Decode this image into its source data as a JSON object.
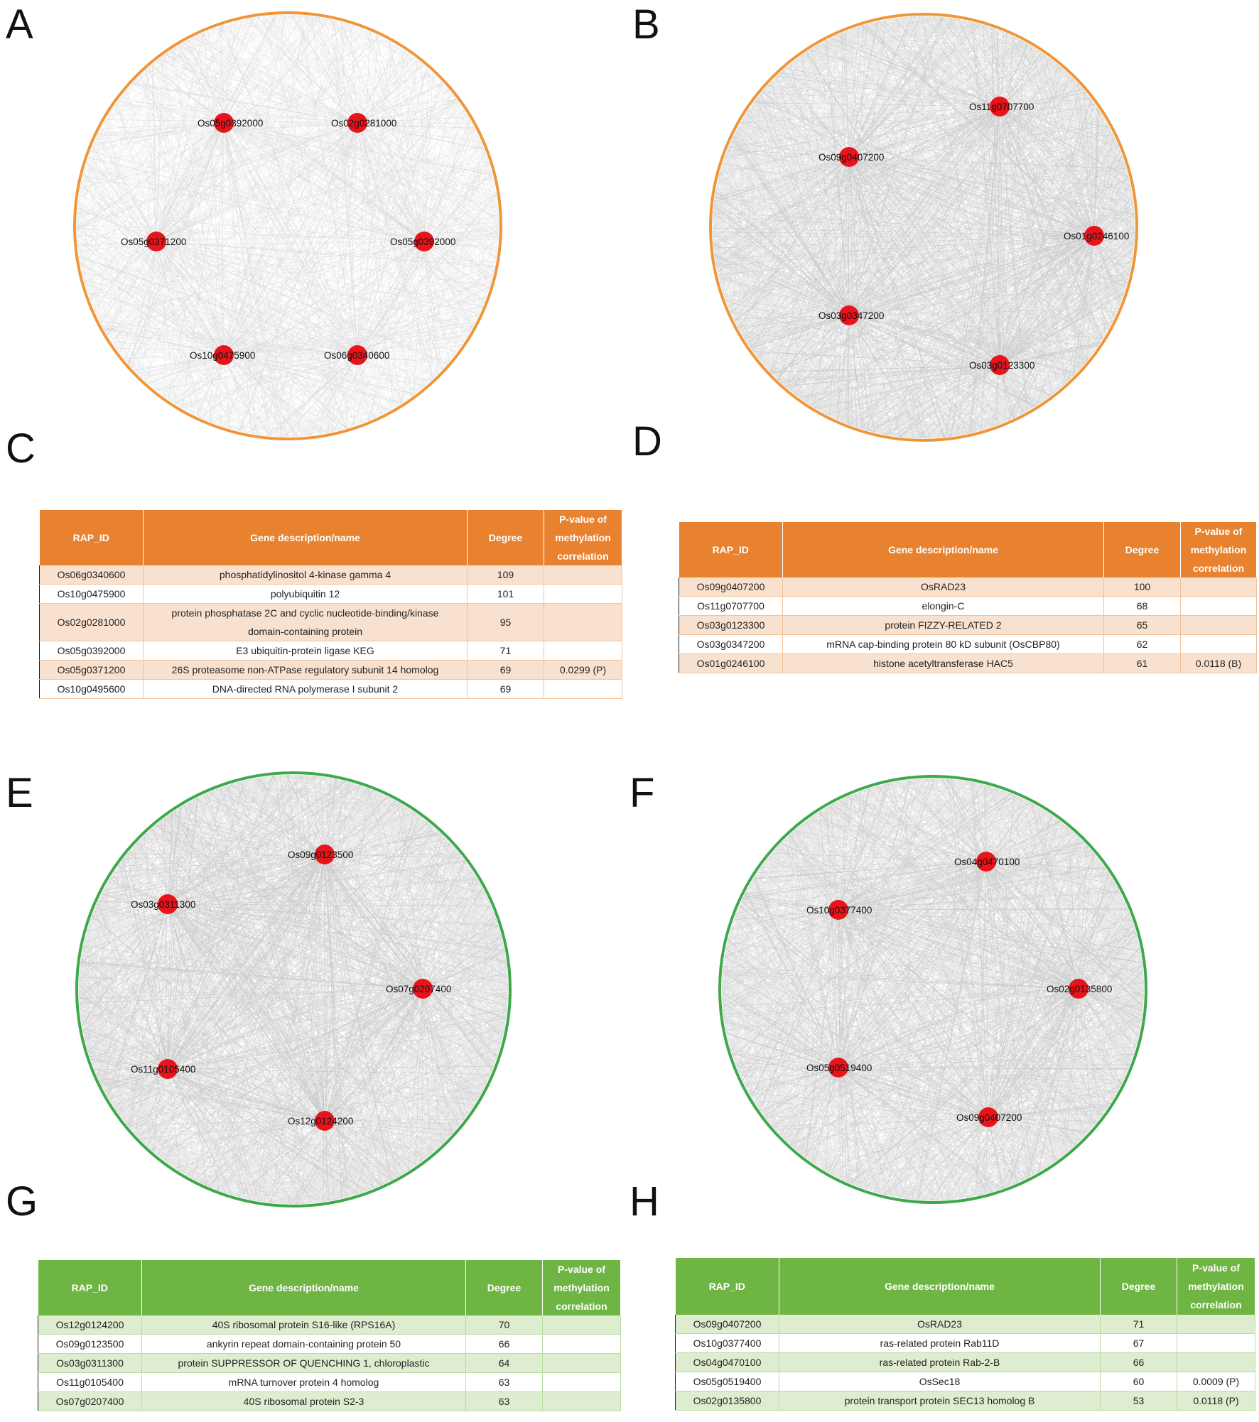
{
  "panels": {
    "A": {
      "letter": "A"
    },
    "B": {
      "letter": "B"
    },
    "C": {
      "letter": "C"
    },
    "D": {
      "letter": "D"
    },
    "E": {
      "letter": "E"
    },
    "F": {
      "letter": "F"
    },
    "G": {
      "letter": "G"
    },
    "H": {
      "letter": "H"
    }
  },
  "colors": {
    "orange_ring": "#f0963a",
    "green_ring": "#3ea84a",
    "edge": "#8a8a8a",
    "hub_node": "#e8131b",
    "orange_header": "#e8822f",
    "green_header": "#6fb544"
  },
  "networks": {
    "A": {
      "ring": "orange",
      "density": "light",
      "hubs": [
        {
          "id": "Os05g0392000"
        },
        {
          "id": "Os02g0281000"
        },
        {
          "id": "Os05g0371200"
        },
        {
          "id": "Os05g0392000"
        },
        {
          "id": "Os10g0475900"
        },
        {
          "id": "Os06g0340600"
        }
      ]
    },
    "B": {
      "ring": "orange",
      "density": "dense",
      "hubs": [
        {
          "id": "Os11g0707700"
        },
        {
          "id": "Os09g0407200"
        },
        {
          "id": "Os01g0246100"
        },
        {
          "id": "Os03g0347200"
        },
        {
          "id": "Os03g0123300"
        }
      ]
    },
    "E": {
      "ring": "green",
      "density": "dense",
      "hubs": [
        {
          "id": "Os09g0123500"
        },
        {
          "id": "Os03g0311300"
        },
        {
          "id": "Os07g0207400"
        },
        {
          "id": "Os11g0105400"
        },
        {
          "id": "Os12g0124200"
        }
      ]
    },
    "F": {
      "ring": "green",
      "density": "dense",
      "hubs": [
        {
          "id": "Os04g0470100"
        },
        {
          "id": "Os10g0377400"
        },
        {
          "id": "Os02g0135800"
        },
        {
          "id": "Os05g0519400"
        },
        {
          "id": "Os09g0407200"
        }
      ]
    }
  },
  "tables": {
    "C": {
      "headers": {
        "rap": "RAP_ID",
        "desc": "Gene description/name",
        "degree": "Degree",
        "p1": "P-value of",
        "p2": "methylation",
        "p3": "correlation"
      },
      "rows": [
        {
          "id": "Os06g0340600",
          "desc": "phosphatidylinositol 4-kinase gamma 4",
          "degree": "109",
          "p": ""
        },
        {
          "id": "Os10g0475900",
          "desc": "polyubiquitin 12",
          "degree": "101",
          "p": ""
        },
        {
          "id": "Os02g0281000",
          "desc": "protein phosphatase 2C and cyclic nucleotide-binding/kinase",
          "desc2": "domain-containing protein",
          "degree": "95",
          "p": ""
        },
        {
          "id": "Os05g0392000",
          "desc": "E3 ubiquitin-protein ligase KEG",
          "degree": "71",
          "p": ""
        },
        {
          "id": "Os05g0371200",
          "desc": "26S proteasome non-ATPase regulatory subunit 14 homolog",
          "degree": "69",
          "p": "0.0299 (P)"
        },
        {
          "id": "Os10g0495600",
          "desc": "DNA-directed RNA polymerase I subunit 2",
          "degree": "69",
          "p": ""
        }
      ]
    },
    "D": {
      "headers": {
        "rap": "RAP_ID",
        "desc": "Gene description/name",
        "degree": "Degree",
        "p1": "P-value of",
        "p2": "methylation",
        "p3": "correlation"
      },
      "rows": [
        {
          "id": "Os09g0407200",
          "desc": "OsRAD23",
          "degree": "100",
          "p": ""
        },
        {
          "id": "Os11g0707700",
          "desc": "elongin-C",
          "degree": "68",
          "p": ""
        },
        {
          "id": "Os03g0123300",
          "desc": "protein FIZZY-RELATED 2",
          "degree": "65",
          "p": ""
        },
        {
          "id": "Os03g0347200",
          "desc": "mRNA cap-binding protein 80 kD subunit (OsCBP80)",
          "degree": "62",
          "p": ""
        },
        {
          "id": "Os01g0246100",
          "desc": "histone acetyltransferase HAC5",
          "degree": "61",
          "p": "0.0118 (B)"
        }
      ]
    },
    "G": {
      "headers": {
        "rap": "RAP_ID",
        "desc": "Gene description/name",
        "degree": "Degree",
        "p1": "P-value of",
        "p2": "methylation",
        "p3": "correlation"
      },
      "rows": [
        {
          "id": "Os12g0124200",
          "desc": "40S ribosomal protein S16-like (RPS16A)",
          "degree": "70",
          "p": ""
        },
        {
          "id": "Os09g0123500",
          "desc": "ankyrin repeat domain-containing protein 50",
          "degree": "66",
          "p": ""
        },
        {
          "id": "Os03g0311300",
          "desc": "protein SUPPRESSOR OF QUENCHING 1, chloroplastic",
          "degree": "64",
          "p": ""
        },
        {
          "id": "Os11g0105400",
          "desc": "mRNA turnover protein 4 homolog",
          "degree": "63",
          "p": ""
        },
        {
          "id": "Os07g0207400",
          "desc": "40S ribosomal protein S2-3",
          "degree": "63",
          "p": ""
        }
      ]
    },
    "H": {
      "headers": {
        "rap": "RAP_ID",
        "desc": "Gene description/name",
        "degree": "Degree",
        "p1": "P-value of",
        "p2": "methylation",
        "p3": "correlation"
      },
      "rows": [
        {
          "id": "Os09g0407200",
          "desc": "OsRAD23",
          "degree": "71",
          "p": ""
        },
        {
          "id": "Os10g0377400",
          "desc": "ras-related protein Rab11D",
          "degree": "67",
          "p": ""
        },
        {
          "id": "Os04g0470100",
          "desc": "ras-related protein Rab-2-B",
          "degree": "66",
          "p": ""
        },
        {
          "id": "Os05g0519400",
          "desc": "OsSec18",
          "degree": "60",
          "p": "0.0009 (P)"
        },
        {
          "id": "Os02g0135800",
          "desc": "protein transport protein SEC13 homolog B",
          "degree": "53",
          "p": "0.0118 (P)"
        }
      ]
    }
  }
}
